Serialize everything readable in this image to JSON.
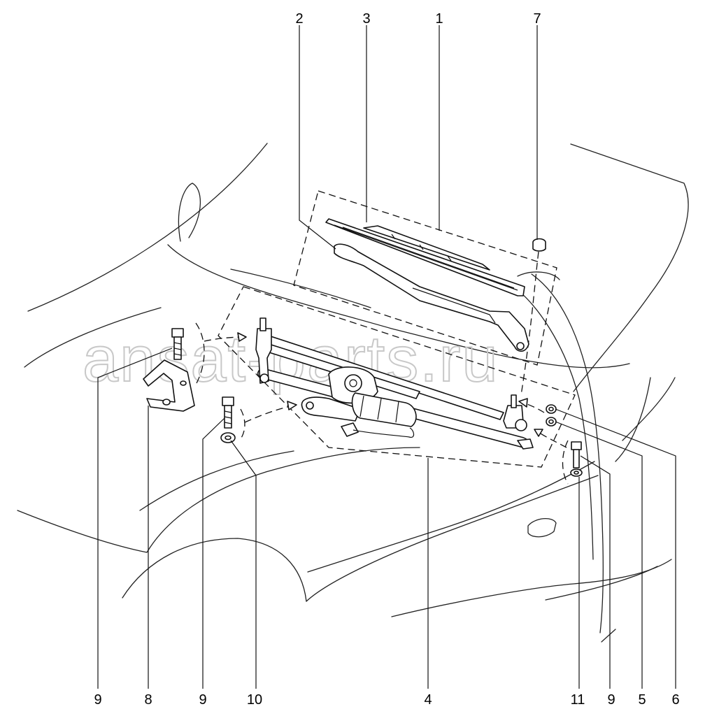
{
  "watermark": "ansat-parts.ru",
  "callouts": {
    "c1": "1",
    "c2": "2",
    "c3": "3",
    "c7": "7",
    "b9a": "9",
    "b8": "8",
    "b9b": "9",
    "b10": "10",
    "b4": "4",
    "b11": "11",
    "b9c": "9",
    "b5": "5",
    "b6": "6"
  }
}
